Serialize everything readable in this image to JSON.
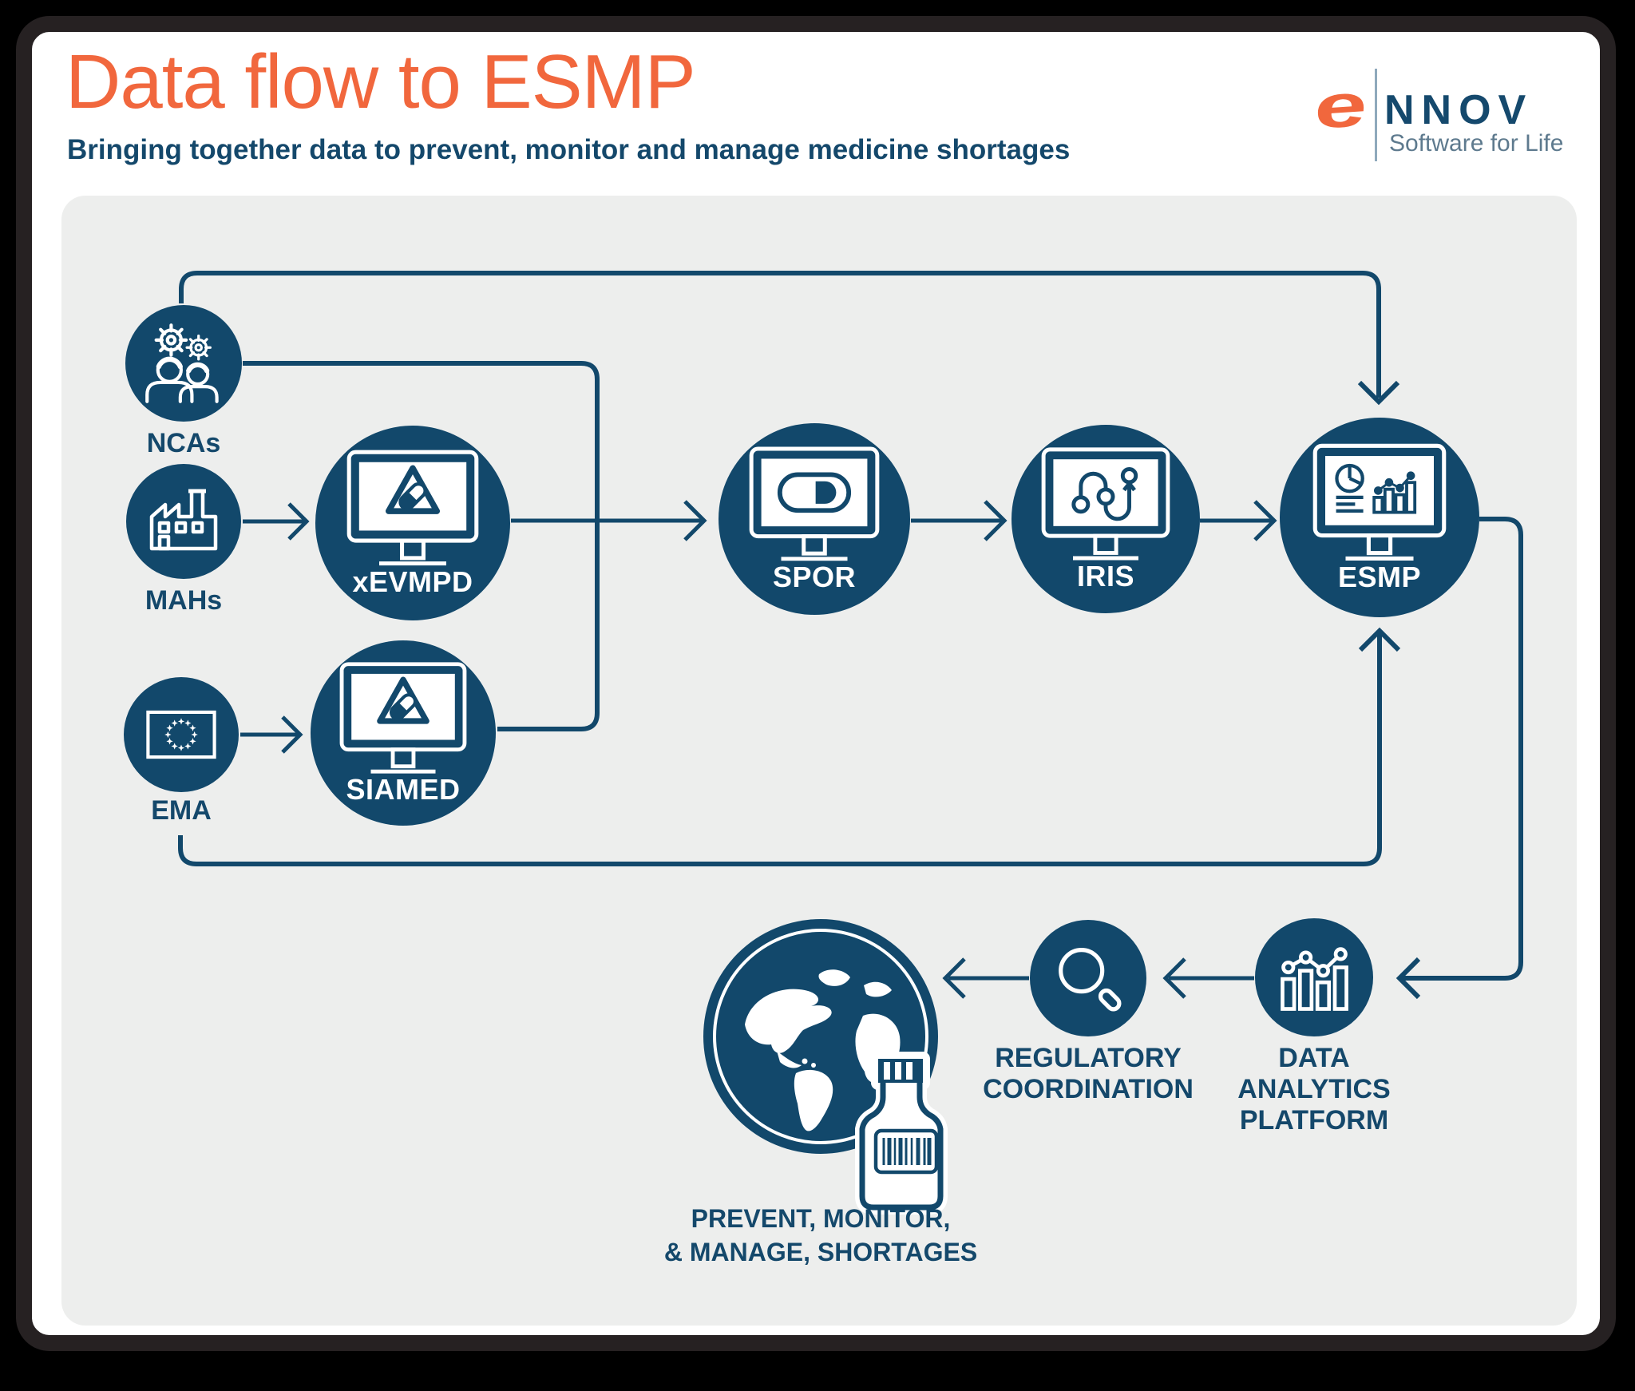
{
  "header": {
    "title": "Data flow to ESMP",
    "subtitle": "Bringing together data to prevent, monitor and manage medicine shortages"
  },
  "logo": {
    "e": "e",
    "name": "NNOV",
    "tagline": "Software for Life"
  },
  "colors": {
    "navy": "#12486B",
    "orange": "#F1673D",
    "panel_gray": "#EDEEED",
    "label_navy": "#14486B",
    "frame_dark": "#262122"
  },
  "nodes": {
    "ncas": {
      "label": "NCAs",
      "icon": "people-gears-icon"
    },
    "mahs": {
      "label": "MAHs",
      "icon": "factory-icon"
    },
    "ema": {
      "label": "EMA",
      "icon": "eu-flag-icon"
    },
    "xevmpd": {
      "label": "xEVMPD",
      "icon": "monitor-warning-pill-icon"
    },
    "siamed": {
      "label": "SIAMED",
      "icon": "monitor-warning-pill-icon"
    },
    "spor": {
      "label": "SPOR",
      "icon": "monitor-capsule-icon"
    },
    "iris": {
      "label": "IRIS",
      "icon": "monitor-route-icon"
    },
    "esmp": {
      "label": "ESMP",
      "icon": "monitor-dashboard-icon"
    },
    "analytics": {
      "line1": "DATA",
      "line2": "ANALYTICS",
      "line3": "PLATFORM",
      "icon": "bar-chart-trend-icon"
    },
    "regulatory": {
      "line1": "REGULATORY",
      "line2": "COORDINATION",
      "icon": "magnifier-icon"
    },
    "outcome": {
      "line1": "PREVENT, MONITOR,",
      "line2": "& MANAGE, SHORTAGES",
      "icon": "globe-medicine-bottle-icon"
    }
  },
  "flows": [
    "NCAs to ESMP",
    "NCAs to SPOR merge",
    "MAHs to xEVMPD",
    "EMA to SIAMED",
    "xEVMPD to SPOR",
    "SIAMED to SPOR merge",
    "SPOR to IRIS",
    "IRIS to ESMP",
    "EMA to ESMP",
    "ESMP to DATA ANALYTICS PLATFORM",
    "DATA ANALYTICS PLATFORM to REGULATORY COORDINATION",
    "REGULATORY COORDINATION to outcome globe"
  ]
}
